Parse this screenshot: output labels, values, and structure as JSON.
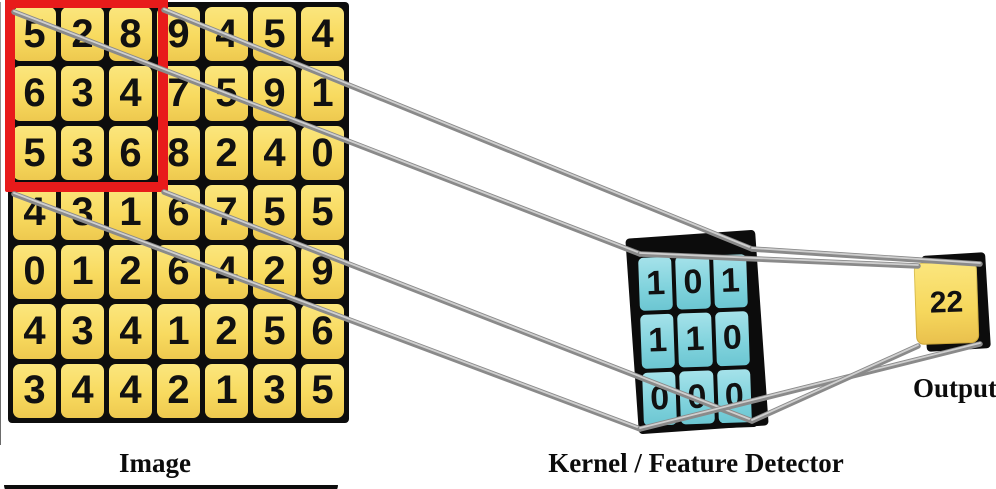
{
  "image_panel": {
    "label": "Image",
    "grid": [
      [
        5,
        2,
        8,
        9,
        4,
        5,
        4
      ],
      [
        6,
        3,
        4,
        7,
        5,
        9,
        1
      ],
      [
        5,
        3,
        6,
        8,
        2,
        4,
        0
      ],
      [
        4,
        3,
        1,
        6,
        7,
        5,
        5
      ],
      [
        0,
        1,
        2,
        6,
        4,
        2,
        9
      ],
      [
        4,
        3,
        4,
        1,
        2,
        5,
        6
      ],
      [
        3,
        4,
        4,
        2,
        1,
        3,
        5
      ]
    ],
    "highlight": {
      "rows": 3,
      "cols": 3,
      "position": "top-left"
    }
  },
  "kernel_panel": {
    "label": "Kernel / Feature Detector",
    "grid": [
      [
        1,
        0,
        1
      ],
      [
        1,
        1,
        0
      ],
      [
        0,
        0,
        0
      ]
    ]
  },
  "output_panel": {
    "label": "Output",
    "value": "22"
  },
  "colors": {
    "matrix_yellow": "#f8da5f",
    "kernel_teal": "#7fd2dc",
    "highlight_red": "#e81b1b",
    "connector_gray": "#8a8a8a",
    "slab_black": "#0d0d0d"
  }
}
